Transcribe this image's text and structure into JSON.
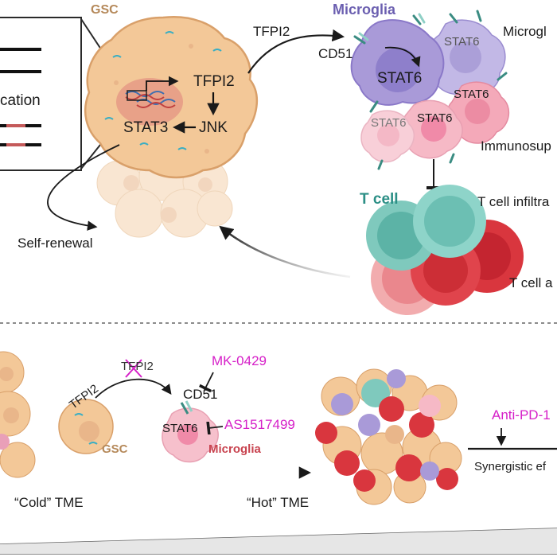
{
  "top": {
    "left_box_text": "cation",
    "gsc_label": "GSC",
    "gsc_tfpi2": "TFPI2",
    "gsc_jnk": "JNK",
    "gsc_stat3": "STAT3",
    "arrow_tfpi2": "TFPI2",
    "microglia_title": "Microglia",
    "cd51": "CD51",
    "stat6_big": "STAT6",
    "stat6_a": "STAT6",
    "stat6_b": "STAT6",
    "stat6_c": "STAT6",
    "stat6_d": "STAT6",
    "microglia_right": "Microgl",
    "immunosup": "Immunosup",
    "tcell_label": "T cell",
    "tcell_infiltra": "T cell infiltra",
    "tcell_a": "T cell a",
    "self_renewal": "Self-renewal"
  },
  "bottom": {
    "tfpi2_crossed": "TFPI2",
    "mk0429": "MK-0429",
    "cd51": "CD51",
    "tfpi2_gsc": "TFPI2",
    "stat6": "STAT6",
    "as1517499": "AS1517499",
    "gsc": "GSC",
    "microglia": "Microglia",
    "anti_pd1": "Anti-PD-1",
    "synergistic": "Synergistic ef",
    "cold_tme": "“Cold” TME",
    "hot_tme": "“Hot” TME"
  },
  "colors": {
    "gsc_fill": "#f3c898",
    "gsc_stroke": "#d9a06a",
    "microglia_fill": "#a99ad8",
    "stat6_cell_fill": "#f6b9c6",
    "teal_cell": "#7fc9bd",
    "red_cell": "#d9363e",
    "magenta_text": "#d61fc8"
  }
}
